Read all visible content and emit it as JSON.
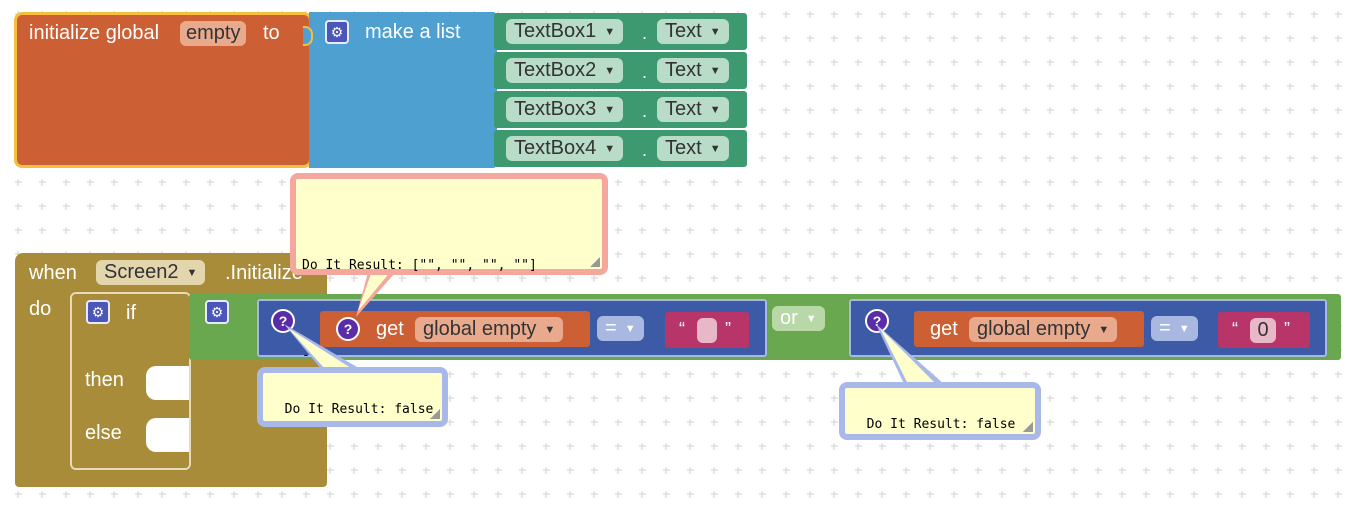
{
  "init_block": {
    "label_prefix": "initialize global",
    "var_name": "empty",
    "label_to": "to"
  },
  "make_list": {
    "label": "make a list",
    "items": [
      {
        "component": "TextBox1",
        "property": "Text"
      },
      {
        "component": "TextBox2",
        "property": "Text"
      },
      {
        "component": "TextBox3",
        "property": "Text"
      },
      {
        "component": "TextBox4",
        "property": "Text"
      }
    ],
    "dot": "."
  },
  "result_top": {
    "line1": "Do It Result: [\"\", \"\", \"\", \"\"]",
    "line2": "---"
  },
  "when_block": {
    "label_when": "when",
    "component": "Screen2",
    "event": ".Initialize",
    "label_do": "do"
  },
  "if_block": {
    "label_if": "if",
    "label_then": "then",
    "label_else": "else"
  },
  "compare_left": {
    "get_label": "get",
    "var": "global empty",
    "op": "=",
    "open_quote": "“",
    "close_quote": "”",
    "text_value": ""
  },
  "or_label": "or",
  "compare_right": {
    "get_label": "get",
    "var": "global empty",
    "op": "=",
    "open_quote": "“",
    "close_quote": "”",
    "text_value": "0"
  },
  "result_left": {
    "text": "Do It Result: false"
  },
  "result_right": {
    "text": "Do It Result: false"
  },
  "icons": {
    "mutator": "gear-icon",
    "question": "question-icon",
    "dropdown": "chevron-down-icon"
  },
  "colors": {
    "variable_orange": "#cc5f33",
    "list_blue": "#4ea0d0",
    "component_green": "#3d9970",
    "event_khaki": "#a88c3a",
    "logic_green": "#6aa84f",
    "compare_blue": "#3d5aa6",
    "text_magenta": "#b8356a",
    "bubble_yellow": "#ffffcc"
  }
}
